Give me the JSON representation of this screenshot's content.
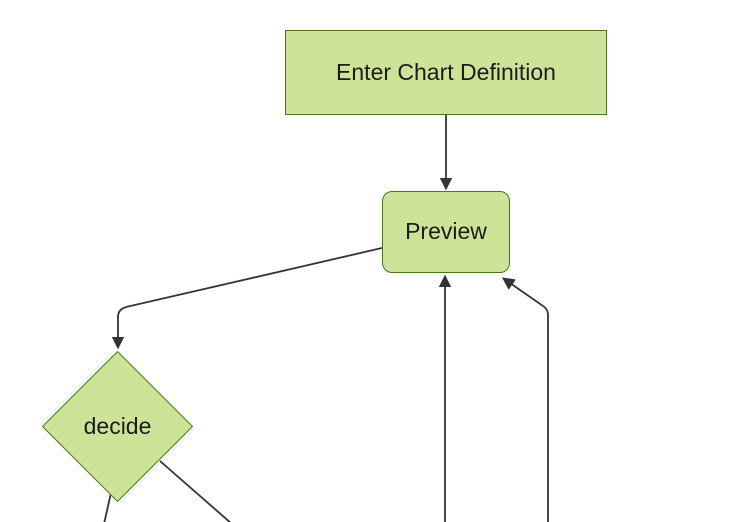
{
  "diagram": {
    "type": "flowchart",
    "direction": "top-down",
    "nodes": [
      {
        "id": "enter-chart-definition",
        "label": "Enter Chart Definition",
        "shape": "rectangle"
      },
      {
        "id": "preview",
        "label": "Preview",
        "shape": "rounded-rectangle"
      },
      {
        "id": "decide",
        "label": "decide",
        "shape": "diamond"
      }
    ],
    "edges": [
      {
        "from": "enter-chart-definition",
        "to": "preview",
        "arrowhead": true
      },
      {
        "from": "preview",
        "to": "decide",
        "arrowhead": true
      },
      {
        "from": "decide",
        "to": "offscreen-bottom-left",
        "arrowhead": false
      },
      {
        "from": "decide",
        "to": "offscreen-bottom-right",
        "arrowhead": false
      },
      {
        "from": "offscreen-bottom-center",
        "to": "preview",
        "arrowhead": true
      },
      {
        "from": "offscreen-bottom-right",
        "to": "preview",
        "arrowhead": true
      }
    ]
  },
  "colors": {
    "background": "#ffffff",
    "node_fill": "#cde498",
    "node_border": "#45751f",
    "edge": "#333333",
    "text": "#1c1c1c"
  }
}
